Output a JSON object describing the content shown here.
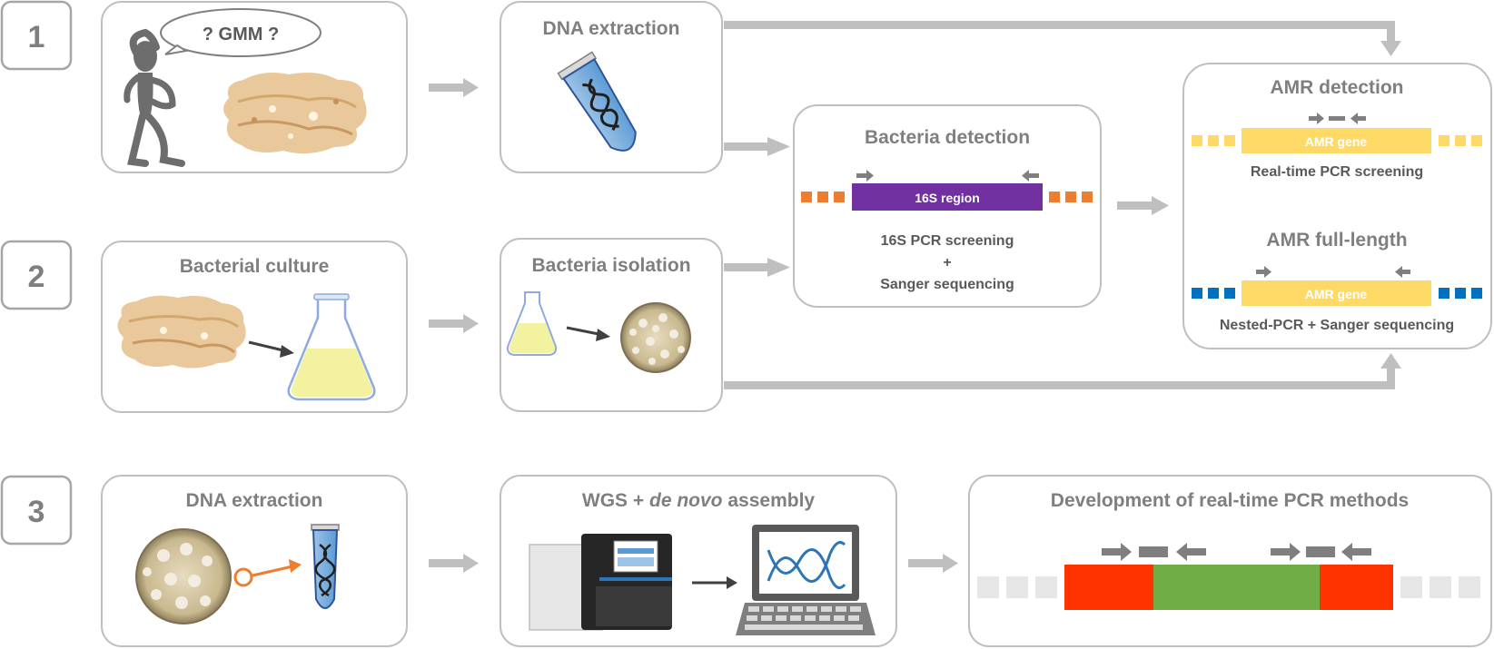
{
  "steps": [
    {
      "number": "1"
    },
    {
      "number": "2"
    },
    {
      "number": "3"
    }
  ],
  "row1": {
    "speech_bubble": "? GMM ?",
    "dna_extraction_title": "DNA extraction"
  },
  "row2": {
    "bacterial_culture_title": "Bacterial culture",
    "bacteria_isolation_title": "Bacteria isolation"
  },
  "bacteria_detection": {
    "title": "Bacteria detection",
    "region_label": "16S region",
    "method_line1": "16S PCR screening",
    "method_line2": "+",
    "method_line3": "Sanger sequencing",
    "flank_color": "#ed7d31",
    "region_color": "#7030a0"
  },
  "amr": {
    "detection_title": "AMR detection",
    "gene_label": "AMR gene",
    "screening_label": "Real-time PCR screening",
    "fulllength_title": "AMR full-length",
    "gene_label_2": "AMR gene",
    "nested_label": "Nested-PCR + Sanger sequencing",
    "gene_color": "#ffd966",
    "flank_color_detection": "#ffd966",
    "flank_color_fulllength": "#0070c0"
  },
  "row3": {
    "dna_extraction_title": "DNA extraction",
    "wgs_prefix": "WGS + ",
    "wgs_italic": "de novo",
    "wgs_suffix": " assembly",
    "development_title": "Development of real-time PCR methods",
    "red_color": "#ff3300",
    "green_color": "#70ad47"
  }
}
